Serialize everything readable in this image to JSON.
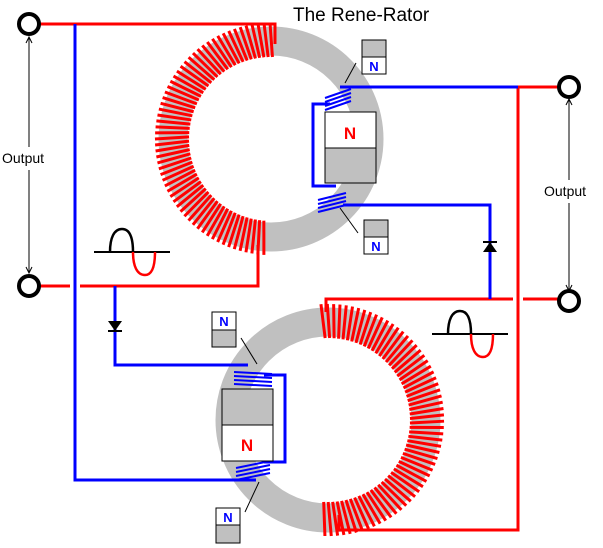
{
  "title": "The Rene-Rator",
  "colors": {
    "primary_wire": "#ff0000",
    "secondary_wire": "#0000ff",
    "core": "#c0c0c0",
    "magnet_south": "#c0c0c0",
    "magnet_north_text": "#ff0000",
    "small_magnet_text": "#0000ff",
    "terminal": "#000000",
    "text": "#000000"
  },
  "outputs": [
    {
      "id": "left",
      "label": "Output"
    },
    {
      "id": "right",
      "label": "Output"
    }
  ],
  "toroids": [
    {
      "id": "upper",
      "winding_side": "left"
    },
    {
      "id": "lower",
      "winding_side": "right"
    }
  ],
  "magnets": {
    "large_upper": {
      "north_label": "N",
      "orientation": "north-up"
    },
    "large_lower": {
      "north_label": "N",
      "orientation": "north-down"
    },
    "small_upper_top": {
      "label": "N",
      "orientation": "north-down"
    },
    "small_upper_bottom": {
      "label": "N",
      "orientation": "north-down"
    },
    "small_lower_top": {
      "label": "N",
      "orientation": "north-up"
    },
    "small_lower_bottom": {
      "label": "N",
      "orientation": "north-up"
    }
  },
  "waveforms": [
    {
      "id": "left-wave",
      "label": "sine-wave-symbol"
    },
    {
      "id": "right-wave",
      "label": "sine-wave-symbol"
    }
  ],
  "diodes": [
    {
      "id": "left-diode",
      "direction": "down"
    },
    {
      "id": "right-diode",
      "direction": "up"
    }
  ]
}
